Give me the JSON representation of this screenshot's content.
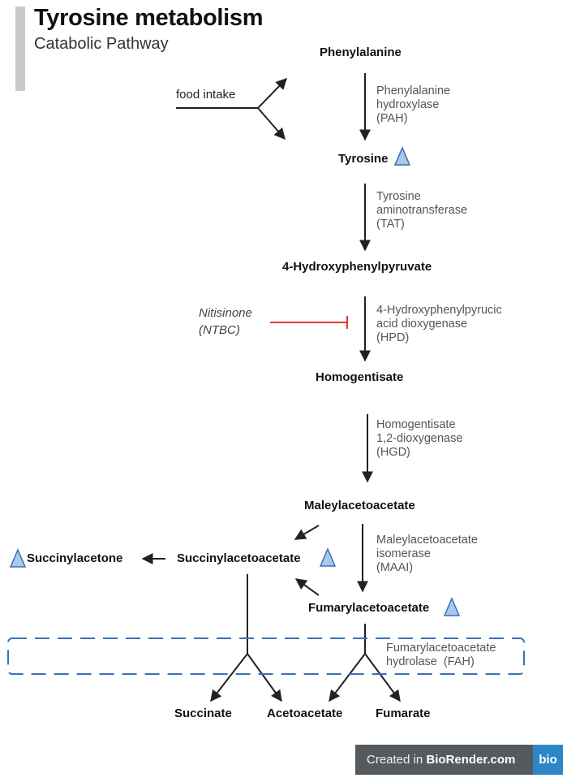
{
  "header": {
    "title": "Tyrosine metabolism",
    "subtitle": "Catabolic Pathway"
  },
  "metabolites": {
    "phenylalanine": "Phenylalanine",
    "tyrosine": "Tyrosine",
    "hydroxyphenylpyruvate": "4-Hydroxyphenylpyruvate",
    "homogentisate": "Homogentisate",
    "maleylacetoacetate": "Maleylacetoacetate",
    "succinylacetoacetate": "Succinylacetoacetate",
    "succinylacetone": "Succinylacetone",
    "fumarylacetoacetate": "Fumarylacetoacetate",
    "succinate": "Succinate",
    "acetoacetate": "Acetoacetate",
    "fumarate": "Fumarate"
  },
  "enzymes": {
    "pah": "Phenylalanine\nhydroxylase\n(PAH)",
    "tat": "Tyrosine\naminotransferase\n(TAT)",
    "hpd": "4-Hydroxyphenylpyrucic\nacid dioxygenase\n(HPD)",
    "hgd": "Homogentisate\n1,2-dioxygenase\n(HGD)",
    "maai": "Maleylacetoacetate\nisomerase\n(MAAI)",
    "fah": "Fumarylacetoacetate\nhydrolase  (FAH)"
  },
  "inhibitor": "Nitisinone\n(NTBC)",
  "food_intake": "food intake",
  "colors": {
    "marker": "#a8c8ec",
    "marker_border": "#3a6fb5",
    "inhibition": "#e23b2e",
    "dashed_box": "#3a6fb5",
    "arrow": "#222222",
    "badge_bg": "#555a5f",
    "badge_logo": "#2e86c9"
  },
  "icons": {
    "marker": "blue-triangle-icon"
  },
  "badge": {
    "prefix": "Created in ",
    "brand": "BioRender.com",
    "logo": "bio"
  }
}
